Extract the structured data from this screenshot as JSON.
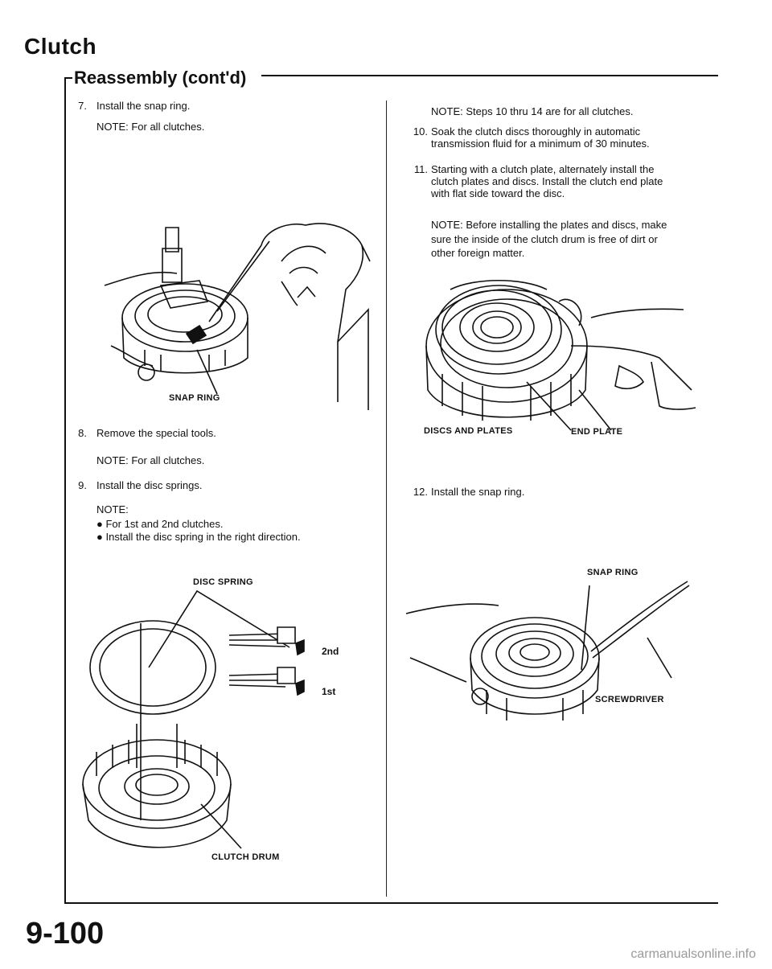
{
  "header": {
    "title": "Clutch",
    "subtitle": "Reassembly (cont'd)"
  },
  "left_column": {
    "step7": {
      "number": "7.",
      "text": "Install the snap ring.",
      "note": "NOTE:  For all clutches."
    },
    "fig1_label": "SNAP RING",
    "step8": {
      "number": "8.",
      "text": "Remove the special tools.",
      "note": "NOTE:  For all clutches."
    },
    "step9": {
      "number": "9.",
      "text": "Install the disc springs.",
      "note_heading": "NOTE:",
      "bullets": [
        "For 1st and 2nd clutches.",
        "Install the disc spring in the right direction."
      ]
    },
    "fig2": {
      "disc_spring_label": "DISC SPRING",
      "label_2nd": "2nd",
      "label_1st": "1st",
      "drum_label": "CLUTCH DRUM"
    }
  },
  "right_column": {
    "note_steps": "NOTE:  Steps 10 thru 14 are for all clutches.",
    "step10": {
      "number": "10.",
      "lines": [
        "Soak the clutch discs thoroughly in automatic",
        "transmission fluid for a minimum of 30 minutes."
      ]
    },
    "step11": {
      "number": "11.",
      "lines": [
        "Starting with a clutch plate, alternately install the",
        "clutch plates and discs. Install the clutch end plate",
        "with flat side toward the disc."
      ],
      "note_lines": [
        "NOTE:  Before installing the plates and discs, make",
        "sure the inside of the clutch drum is free of dirt or",
        "other foreign matter."
      ]
    },
    "fig3": {
      "label_discs": "DISCS AND PLATES",
      "label_end": "END PLATE"
    },
    "step12": {
      "number": "12.",
      "text": "Install the snap ring."
    },
    "fig4": {
      "label_snap": "SNAP RING",
      "label_screwdriver": "SCREWDRIVER"
    }
  },
  "footer": {
    "page_number": "9-100",
    "watermark": "carmanualsonline.info"
  }
}
